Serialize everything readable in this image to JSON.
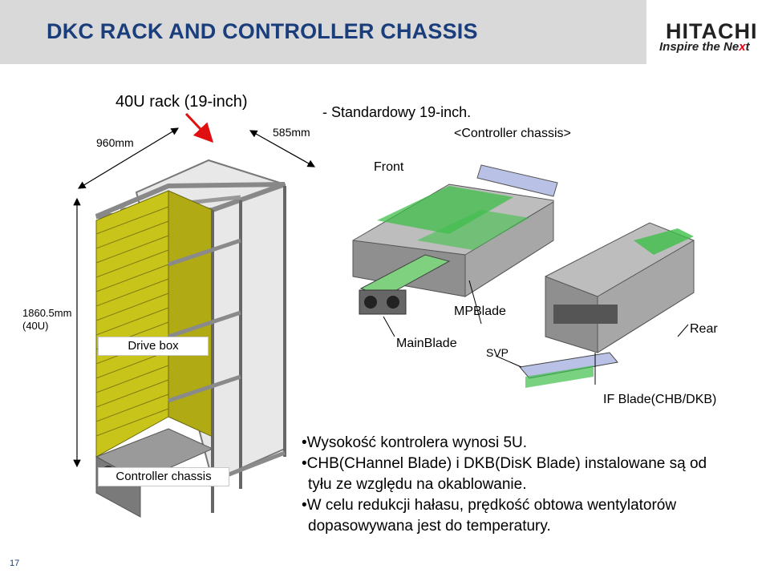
{
  "header": {
    "title": "DKC RACK AND CONTROLLER CHASSIS",
    "logo_brand": "HITACHI",
    "logo_tagline_a": "Inspire the Ne",
    "logo_tagline_b": "x",
    "logo_tagline_c": "t"
  },
  "rack": {
    "heading": "40U rack (19-inch)",
    "width_label": "960mm",
    "depth_label": "585mm",
    "height_label_1": "1860.5mm",
    "height_label_2": "(40U)",
    "drive_box_label": "Drive box",
    "controller_chassis_label": "Controller chassis"
  },
  "controller": {
    "standard_note": "- Standardowy 19-inch.",
    "chassis_heading": "<Controller chassis>",
    "front_label": "Front",
    "rear_label": "Rear",
    "mainblade_label": "MainBlade",
    "mpblade_label": "MPBlade",
    "svp_label": "SVP",
    "ifblade_label": "IF Blade(CHB/DKB)"
  },
  "bullets": [
    "•Wysokość kontrolera wynosi 5U.",
    "•CHB(CHannel Blade) i DKB(DisK Blade) instalowane są od",
    "  tyłu ze względu na okablowanie.",
    "•W celu redukcji hałasu, prędkość obtowa wentylatorów",
    "  dopasowywana jest do temperatury."
  ],
  "page_number": "17",
  "colors": {
    "title": "#1a3d7c",
    "header_bg": "#d9d9d9",
    "drive_box": "#c9c41a",
    "accent_arrow": "#e01010",
    "blade_green": "#3fbf4a",
    "svp_blue": "#b9c2e6"
  }
}
